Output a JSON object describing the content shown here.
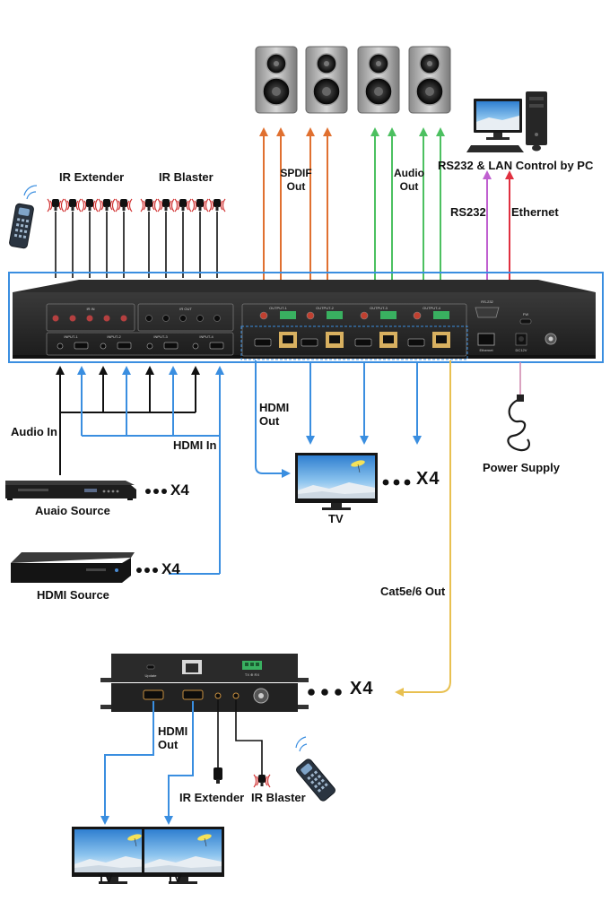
{
  "labels": {
    "ir_extender_top": "IR Extender",
    "ir_blaster_top": "IR Blaster",
    "spdif_out": "SPDIF\nOut",
    "audio_out": "Audio\nOut",
    "pc_control": "RS232 & LAN Control by PC",
    "rs232": "RS232",
    "ethernet": "Ethernet",
    "audio_in": "Audio In",
    "hdmi_in": "HDMI In",
    "hdmi_out_top": "HDMI\nOut",
    "tv_main": "TV",
    "power_supply": "Power Supply",
    "audio_source": "Auaio Source",
    "hdmi_source": "HDMI Source",
    "cat_out": "Cat5e/6 Out",
    "hdmi_out_bottom": "HDMI\nOut",
    "ir_extender_bottom": "IR Extender",
    "ir_blaster_bottom": "IR Blaster",
    "tv_left": "TV",
    "tv_right": "TV"
  },
  "multipliers": {
    "audio_source": "X4",
    "hdmi_source": "X4",
    "tv": "X4",
    "receiver": "X4"
  },
  "panel_labels": {
    "ir_in": "IR IN",
    "ir_out": "IR OUT",
    "inputs": [
      "INPUT-1",
      "INPUT-2",
      "INPUT-3",
      "INPUT-4"
    ],
    "outputs": [
      "OUTPUT-1",
      "OUTPUT-2",
      "OUTPUT-3",
      "OUTPUT-4"
    ],
    "rs232": "RS-232",
    "ethernet": "Ethernet",
    "fw": "FW",
    "dc": "DC12V",
    "receiver_usb": "Update",
    "receiver_ir": "TX ⊕ RX"
  },
  "colors": {
    "hdmi": "#3a8ee0",
    "audio": "#111111",
    "spdif": "#e07030",
    "analog_out": "#4cc060",
    "rs232": "#c060d0",
    "ethernet": "#e03040",
    "cat": "#e8c050",
    "power": "#d08ab0",
    "device_border": "#3a8ee0"
  },
  "icons": [
    "speaker-icon",
    "pc-icon",
    "remote-icon",
    "ir-emitter-icon",
    "tv-icon",
    "dvd-player-icon",
    "hdmi-source-icon",
    "power-adapter-icon"
  ]
}
